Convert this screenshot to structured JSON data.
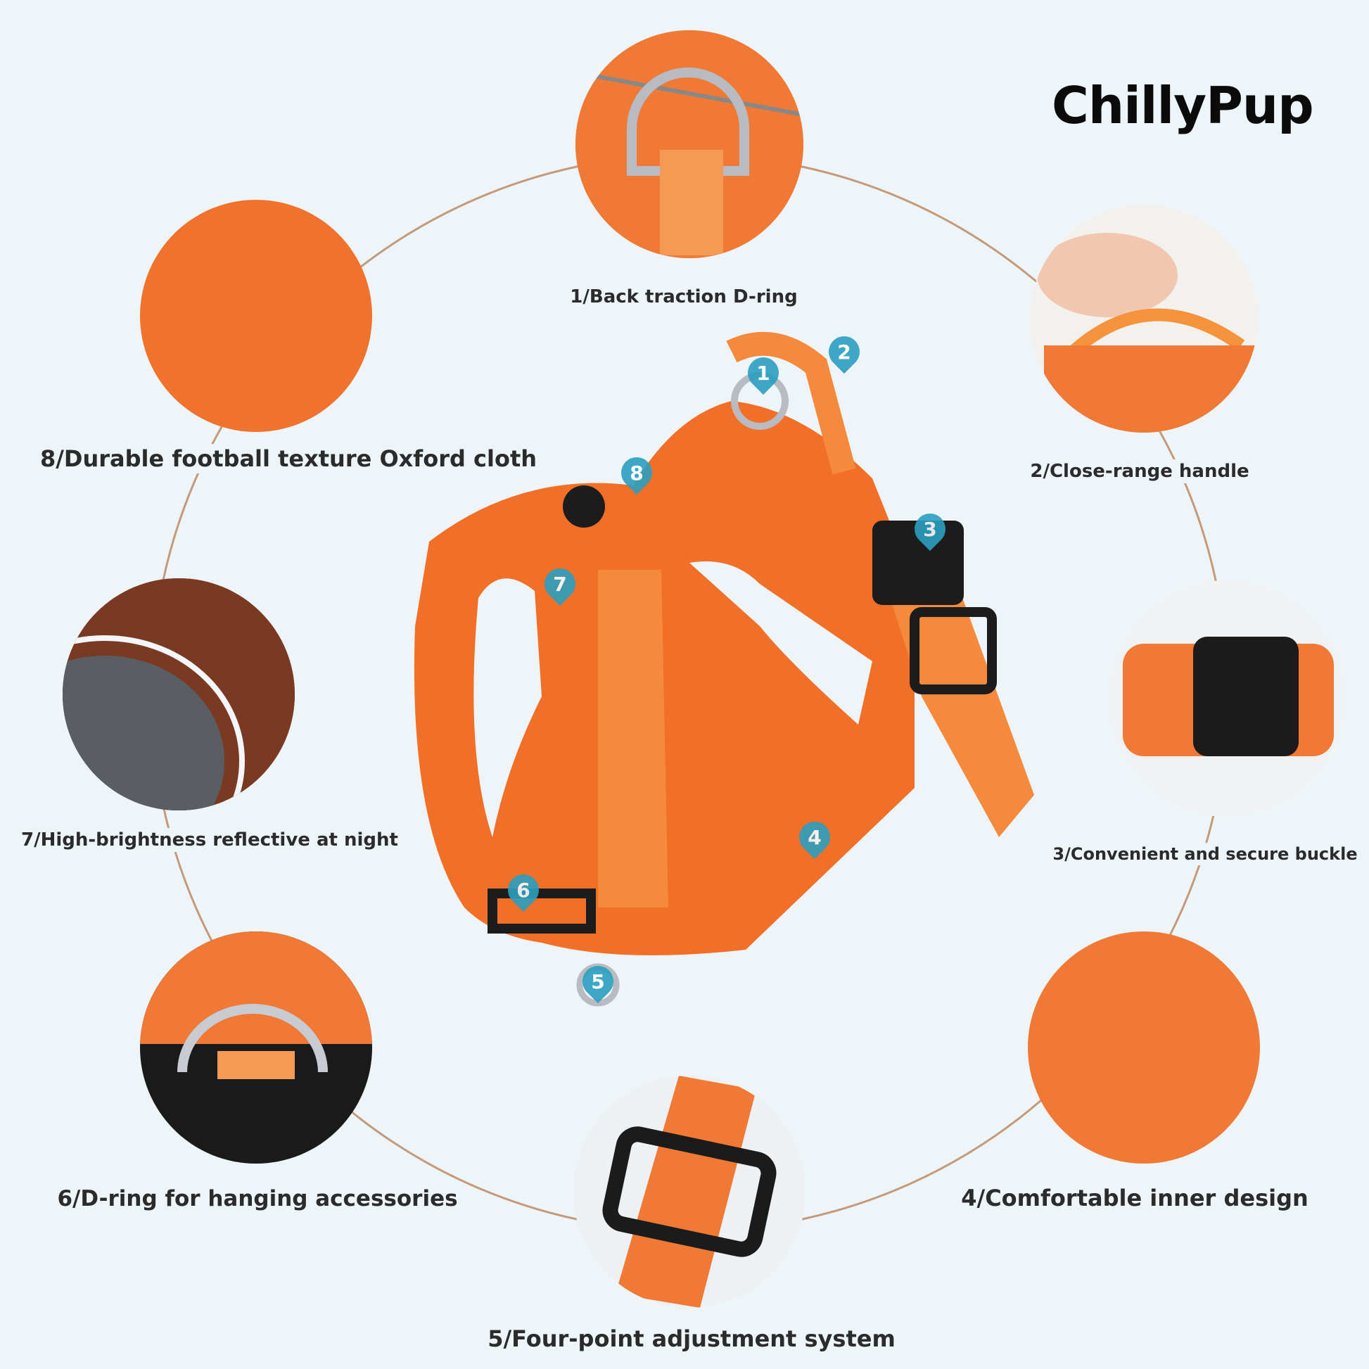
{
  "brand": {
    "name": "ChillyPup"
  },
  "colors": {
    "background": "#eef5f9",
    "orange": "#f2702a",
    "marker": "#2a9fc0",
    "arc": "#c49a7a"
  },
  "features": [
    {
      "label": "1/Back traction D-ring"
    },
    {
      "label": "2/Close-range handle"
    },
    {
      "label": "3/Convenient and secure buckle"
    },
    {
      "label": "4/Comfortable inner design"
    },
    {
      "label": "5/Four-point adjustment system"
    },
    {
      "label": "6/D-ring for hanging accessories"
    },
    {
      "label": "7/High-brightness reflective at night"
    },
    {
      "label": "8/Durable football texture Oxford cloth"
    }
  ],
  "markers": [
    "1",
    "2",
    "3",
    "4",
    "5",
    "6",
    "7",
    "8"
  ]
}
